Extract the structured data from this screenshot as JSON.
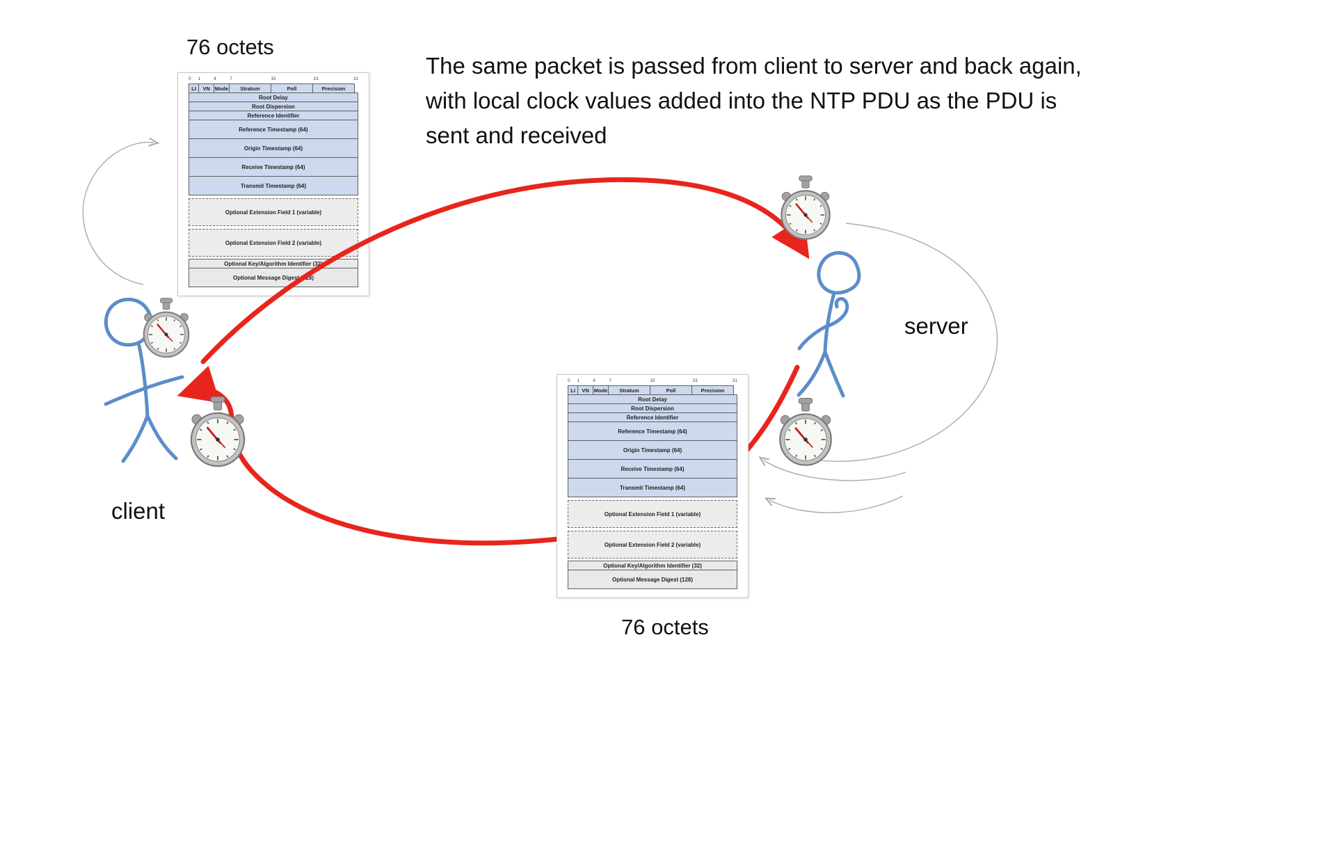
{
  "explanation": "The same packet is passed from client to server and back again, with local clock values added into the NTP PDU as the PDU is sent and received",
  "labels": {
    "octets_top": "76 octets",
    "octets_bottom": "76 octets",
    "client": "client",
    "server": "server"
  },
  "packet": {
    "bit_labels": [
      "0",
      "1",
      "4",
      "7",
      "15",
      "23",
      "31"
    ],
    "header_fields": [
      "LI",
      "VN",
      "Mode",
      "Stratum",
      "Poll",
      "Precision"
    ],
    "rows": [
      {
        "label": "Root Delay",
        "height": "s",
        "style": "blue"
      },
      {
        "label": "Root Dispersion",
        "height": "s",
        "style": "blue"
      },
      {
        "label": "Reference Identifier",
        "height": "s",
        "style": "blue"
      },
      {
        "label": "Reference Timestamp (64)",
        "height": "m",
        "style": "blue"
      },
      {
        "label": "Origin Timestamp (64)",
        "height": "m",
        "style": "blue"
      },
      {
        "label": "Receive Timestamp (64)",
        "height": "m",
        "style": "blue"
      },
      {
        "label": "Transmit Timestamp (64)",
        "height": "m",
        "style": "blue"
      },
      {
        "label": "Optional Extension Field 1 (variable)",
        "height": "l",
        "style": "dashed",
        "gap_before": true
      },
      {
        "label": "Optional Extension Field 2 (variable)",
        "height": "l",
        "style": "dashed",
        "gap_before": true
      },
      {
        "label": "Optional Key/Algorithm Identifier (32)",
        "height": "s",
        "style": "gray",
        "gap_before": true
      },
      {
        "label": "Optional Message Digest (128)",
        "height": "m",
        "style": "gray"
      }
    ]
  },
  "colors": {
    "arrow_red": "#e8251c",
    "figure_blue": "#5b8dc8",
    "row_blue": "#ccd9ee",
    "row_gray": "#e9e9e9"
  }
}
